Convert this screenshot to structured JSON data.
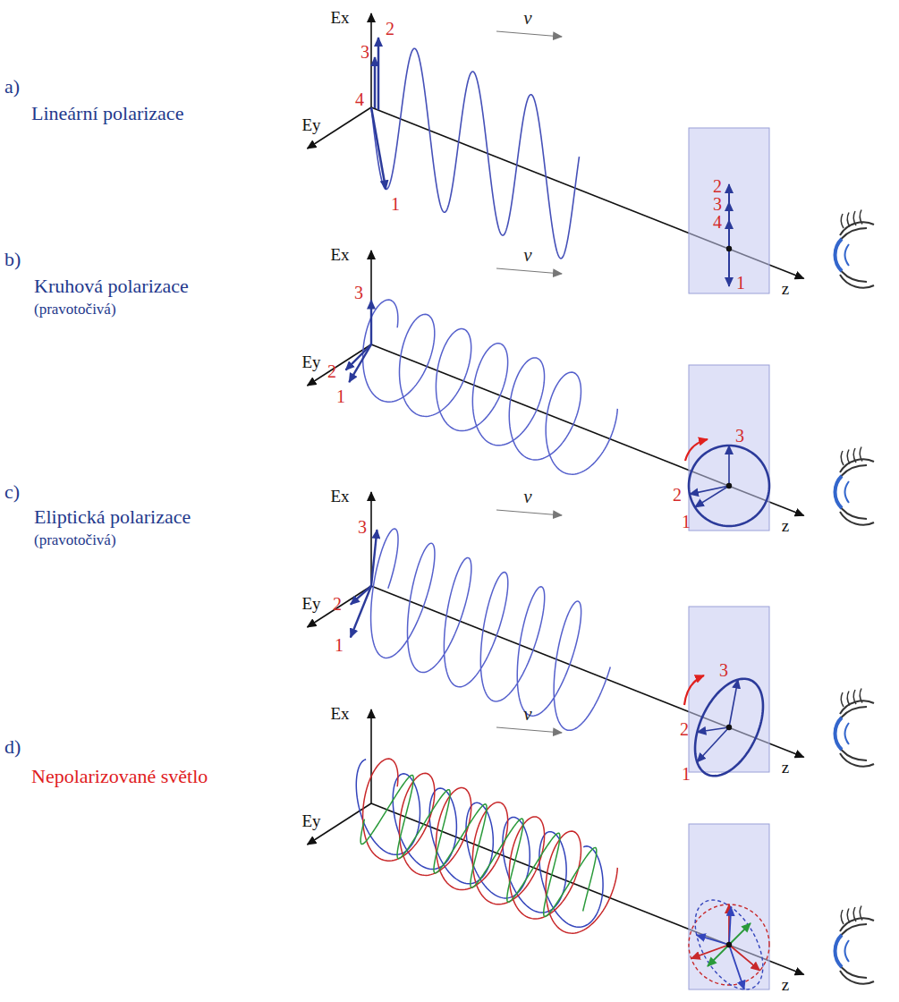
{
  "diagram": {
    "labels": [
      "a)",
      "Lineární polarizace",
      "Ex",
      "Ey",
      "v",
      "z",
      "1",
      "2",
      "3",
      "4",
      "2",
      "3",
      "4",
      "1",
      "b)",
      "Kruhová polarizace",
      "(pravotočivá)",
      "Ex",
      "Ey",
      "v",
      "z",
      "3",
      "2",
      "1",
      "3",
      "2",
      "1",
      "c)",
      "Eliptická polarizace",
      "(pravotočivá)",
      "Ex",
      "Ey",
      "v",
      "z",
      "3",
      "2",
      "1",
      "3",
      "2",
      "1",
      "d)",
      "Nepolarizované světlo",
      "Ex",
      "Ey",
      "v",
      "z"
    ]
  }
}
